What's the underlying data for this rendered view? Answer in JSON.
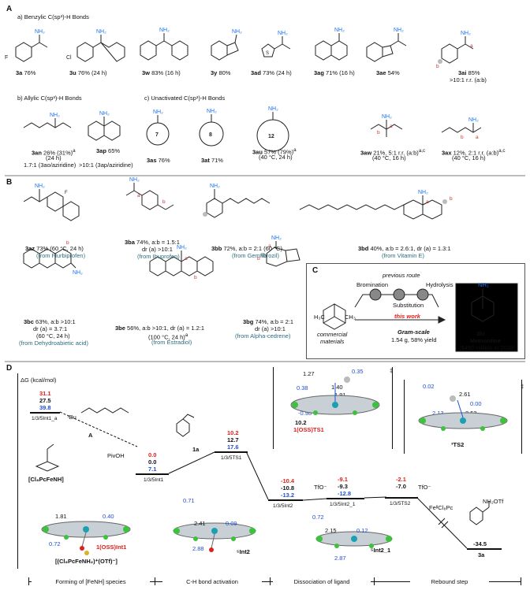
{
  "panelA": {
    "letter": "A",
    "sub_a": "a) Benzylic C(sp³)-H Bonds",
    "sub_b": "b) Allylic C(sp³)-H Bonds",
    "sub_c": "c) Unactivated C(sp³)-H Bonds",
    "row1": [
      {
        "id": "3a",
        "val": "76%"
      },
      {
        "id": "3u",
        "val": "76% (24 h)"
      },
      {
        "id": "3w",
        "val": "83% (16 h)"
      },
      {
        "id": "3y",
        "val": "80%"
      },
      {
        "id": "3ad",
        "val": "73% (24 h)"
      },
      {
        "id": "3ag",
        "val": "71% (16 h)"
      },
      {
        "id": "3ae",
        "val": "54%"
      },
      {
        "id": "3ai",
        "val": "85%",
        "extra": ">10:1 r.r. (a:b)"
      }
    ],
    "an": {
      "id": "3an",
      "val": "26% (31%)",
      "sup": "a",
      "l2": "(24 h)",
      "l3": "1.7:1 (3ao/aziridine)"
    },
    "ap": {
      "id": "3ap",
      "val": "65%",
      "l2": ">10:1 (3ap/aziridine)"
    },
    "as": {
      "id": "3as",
      "val": "76%",
      "ring": "7"
    },
    "at": {
      "id": "3at",
      "val": "71%",
      "ring": "8"
    },
    "au": {
      "id": "3au",
      "val": "57% (79%)",
      "sup": "a",
      "l2": "(40 °C, 24 h)",
      "ring": "12"
    },
    "aw": {
      "id": "3aw",
      "val": "21%, 5:1 r.r. (a:b)",
      "sup": "a,c",
      "l2": "(40 °C, 16 h)"
    },
    "ax": {
      "id": "3ax",
      "val": "12%, 2:1 r.r. (a:b)",
      "sup": "a,c",
      "l2": "(40 °C, 16 h)"
    }
  },
  "panelB": {
    "letter": "B",
    "items": [
      {
        "id": "3az",
        "l1": "73% (60 °C, 24 h)",
        "src": "(from Flurbiprofen)"
      },
      {
        "id": "3ba",
        "l1": "74%, a:b = 1.5:1",
        "l2": "dr (a) >10:1",
        "src": "(from Ibuprofen)"
      },
      {
        "id": "3bb",
        "l1": "72%, a:b = 2:1 (60 °C)",
        "src": "(from Gemfibrozil)"
      },
      {
        "id": "3bd",
        "l1": "40%, a:b = 2.6:1, dr (a) = 1.3:1",
        "src": "(from Vitamin E)"
      },
      {
        "id": "3bc",
        "l1": "63%, a:b >10:1",
        "l2": "dr (a) = 3.7:1",
        "l3": "(60 °C, 24 h)",
        "src": "(from Dehydroabietic acid)"
      },
      {
        "id": "3be",
        "l1": "56%, a:b >10:1, dr (a) = 1.2:1",
        "l2": "(100 °C, 24 h)",
        "sup": "a",
        "src": "(from Estradiol)"
      },
      {
        "id": "3bg",
        "l1": "74%, a:b = 2:1",
        "l2": "dr (a) >10:1",
        "src": "(from Alpha-cedrene)"
      }
    ]
  },
  "panelC": {
    "letter": "C",
    "previous": "previous route",
    "bromination": "Bromination",
    "hydrolysis": "Hydrolysis",
    "substitution": "Substitution",
    "this_work": "this work",
    "gram": "Gram-scale",
    "gram_yield": "1.54 g, 58% yield",
    "commercial": "commercial",
    "materials": "materials",
    "product_id": "3bi",
    "product_name": "Memantine",
    "product_price": "($450 million in 2018)",
    "nh2": "NH₂",
    "h3c": "H₃C",
    "ch3": "CH₃"
  },
  "panelD": {
    "letter": "D",
    "axis": "ΔG (kcal/mol)",
    "int1a": {
      "v1": "31.1",
      "v2": "27.5",
      "v3": "39.8",
      "label": "1/3/5Int1_a"
    },
    "int1": {
      "v1": "0.0",
      "v2": "0.0",
      "v3": "7.1",
      "label": "1/3/5Int1"
    },
    "ts1": {
      "v1": "10.2",
      "v2": "12.7",
      "v3": "17.6",
      "label": "1/3/5TS1"
    },
    "int2": {
      "v1": "-10.4",
      "v2": "-10.8",
      "v3": "-13.2",
      "label": "1/3/5Int2"
    },
    "int2_1": {
      "v1": "-9.1",
      "v2": "-9.3",
      "v3": "-12.8",
      "label": "1/3/5Int2_1"
    },
    "ts2": {
      "v1": "-2.1",
      "v2": "-7.0",
      "label": "1/3/5TS2"
    },
    "p3a": {
      "v": "-34.5",
      "label": "3a"
    },
    "reagent_A": "A",
    "tbu": "ᵗBu",
    "pivoh": "PivOH",
    "sub_1a": "1a",
    "tfo1": "TfO⁻",
    "tfo2": "TfO⁻",
    "fe_product": "FeᴵᴵCl₈Pc",
    "nh_otf": "NH₂OTf",
    "fenh": "[Cl₈PcFeNH]",
    "cplx": "[(Cl₈PcFeNH₂)⁺(OTf)⁻]",
    "oss_int1": "1(OSS)Int1",
    "int2_5": "⁵Int2",
    "ts1_box": {
      "e": "10.2",
      "label": "1(OSS)TS1",
      "d1": "1.27",
      "d2": "0.35",
      "d3": "1.40",
      "d4": "0.38",
      "d5": "1.91",
      "d6": "-0.98"
    },
    "ts2_box": {
      "d1": "0.02",
      "d2": "2.61",
      "d3": "0.00",
      "d4": "2.13",
      "d5": "2.53",
      "label": "³TS2"
    },
    "int1_struct": {
      "d1": "1.81",
      "d2": "0.40",
      "d3": "0.72"
    },
    "int2_struct": {
      "d1": "0.71",
      "d2": "2.41",
      "d3": "0.09",
      "d4": "2.88"
    },
    "int21_struct": {
      "d1": "0.72",
      "d2": "2.15",
      "d3": "0.12",
      "d4": "2.87",
      "label": "⁵Int2_1"
    },
    "stages": [
      "Forming of [FeNH] species",
      "C-H bond activation",
      "Dissociation of ligand",
      "Rebound step"
    ]
  },
  "colors": {
    "red": "#e0201b",
    "black": "#111111",
    "blue": "#1f4fd6",
    "nh2": "#1a73e8",
    "source": "#2b6d7e"
  }
}
